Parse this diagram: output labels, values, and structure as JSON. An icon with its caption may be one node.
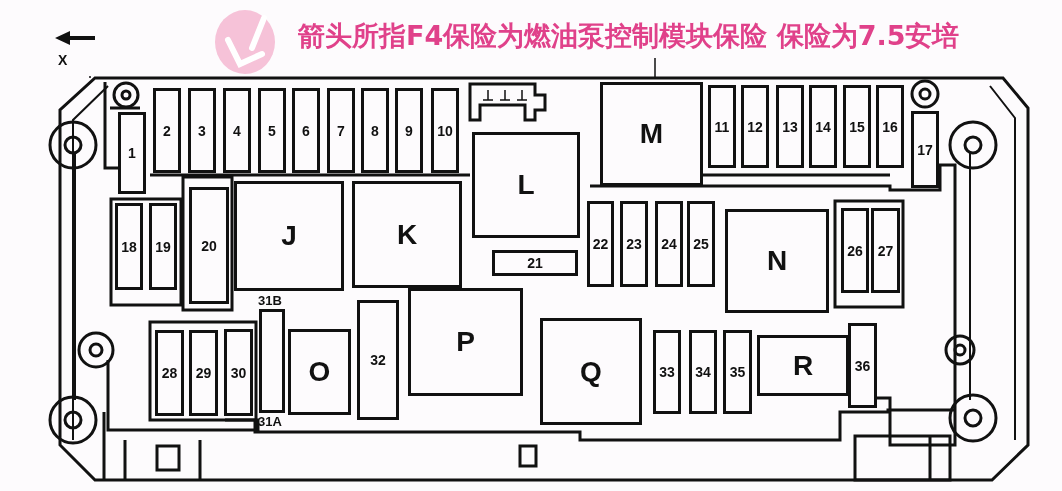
{
  "diagram": {
    "title": "箭头所指F4保险为燃油泵控制模块保险 保险为7.5安培",
    "nodes": [
      {
        "text": [
          "1"
        ]
      },
      {
        "text": [
          "2"
        ]
      },
      {
        "text": [
          "3"
        ]
      },
      {
        "text": [
          "4"
        ]
      },
      {
        "text": [
          "5"
        ]
      },
      {
        "text": [
          "6"
        ]
      },
      {
        "text": [
          "7"
        ]
      },
      {
        "text": [
          "8"
        ]
      },
      {
        "text": [
          "9"
        ]
      },
      {
        "text": [
          "10"
        ]
      },
      {
        "text": [
          "M"
        ]
      },
      {
        "text": [
          "11"
        ]
      },
      {
        "text": [
          "12"
        ]
      },
      {
        "text": [
          "13"
        ]
      },
      {
        "text": [
          "14"
        ]
      },
      {
        "text": [
          "15"
        ]
      },
      {
        "text": [
          "16"
        ]
      },
      {
        "text": [
          "17"
        ]
      },
      {
        "text": [
          "L"
        ]
      },
      {
        "text": [
          "18"
        ]
      },
      {
        "text": [
          "19"
        ]
      },
      {
        "text": [
          "20"
        ]
      },
      {
        "text": [
          "J"
        ]
      },
      {
        "text": [
          "K"
        ]
      },
      {
        "text": [
          "22"
        ]
      },
      {
        "text": [
          "23"
        ]
      },
      {
        "text": [
          "24"
        ]
      },
      {
        "text": [
          "25"
        ]
      },
      {
        "text": [
          "N"
        ]
      },
      {
        "text": [
          "26"
        ]
      },
      {
        "text": [
          "27"
        ]
      },
      {
        "text": [
          "21"
        ]
      },
      {
        "text": [
          "31B",
          "31A"
        ]
      },
      {
        "text": [
          "P"
        ]
      },
      {
        "text": [
          "32"
        ]
      },
      {
        "text": [
          "Q"
        ]
      },
      {
        "text": [
          "R"
        ]
      },
      {
        "text": [
          "36"
        ]
      },
      {
        "text": [
          "28"
        ]
      },
      {
        "text": [
          "29"
        ]
      },
      {
        "text": [
          "30"
        ]
      },
      {
        "text": [
          "O"
        ]
      },
      {
        "text": [
          "33"
        ]
      },
      {
        "text": [
          "34"
        ]
      },
      {
        "text": [
          "35"
        ]
      }
    ],
    "labels": [
      "X"
    ]
  }
}
